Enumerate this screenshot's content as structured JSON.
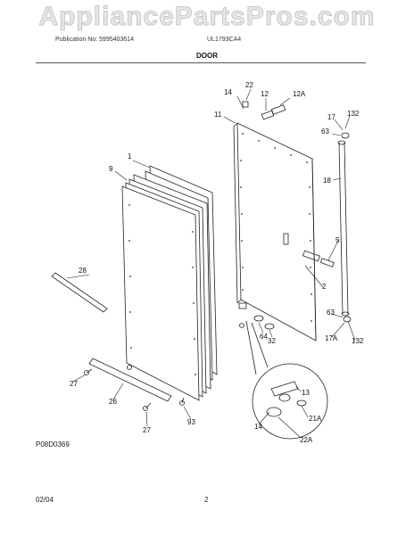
{
  "watermark": "AppliancePartsPros.com",
  "header": {
    "publication": "Publication No: 5995403614",
    "model": "UL1793CA4"
  },
  "section_title": "DOOR",
  "callouts": {
    "c1": "1",
    "c2": "2",
    "c5": "5",
    "c9": "9",
    "c11": "11",
    "c12": "12",
    "c12a": "12A",
    "c13": "13",
    "c14a": "14",
    "c14b": "14",
    "c17": "17",
    "c17a": "17A",
    "c18": "18",
    "c21a": "21A",
    "c22": "22",
    "c22a": "22A",
    "c26": "26",
    "c27a": "27",
    "c27b": "27",
    "c28": "28",
    "c32": "32",
    "c63a": "63",
    "c63b": "63",
    "c64": "64",
    "c93": "93",
    "c132a": "132",
    "c132b": "132"
  },
  "footer": {
    "diagram_code": "P08D0369",
    "date": "02/04",
    "page": "2"
  }
}
